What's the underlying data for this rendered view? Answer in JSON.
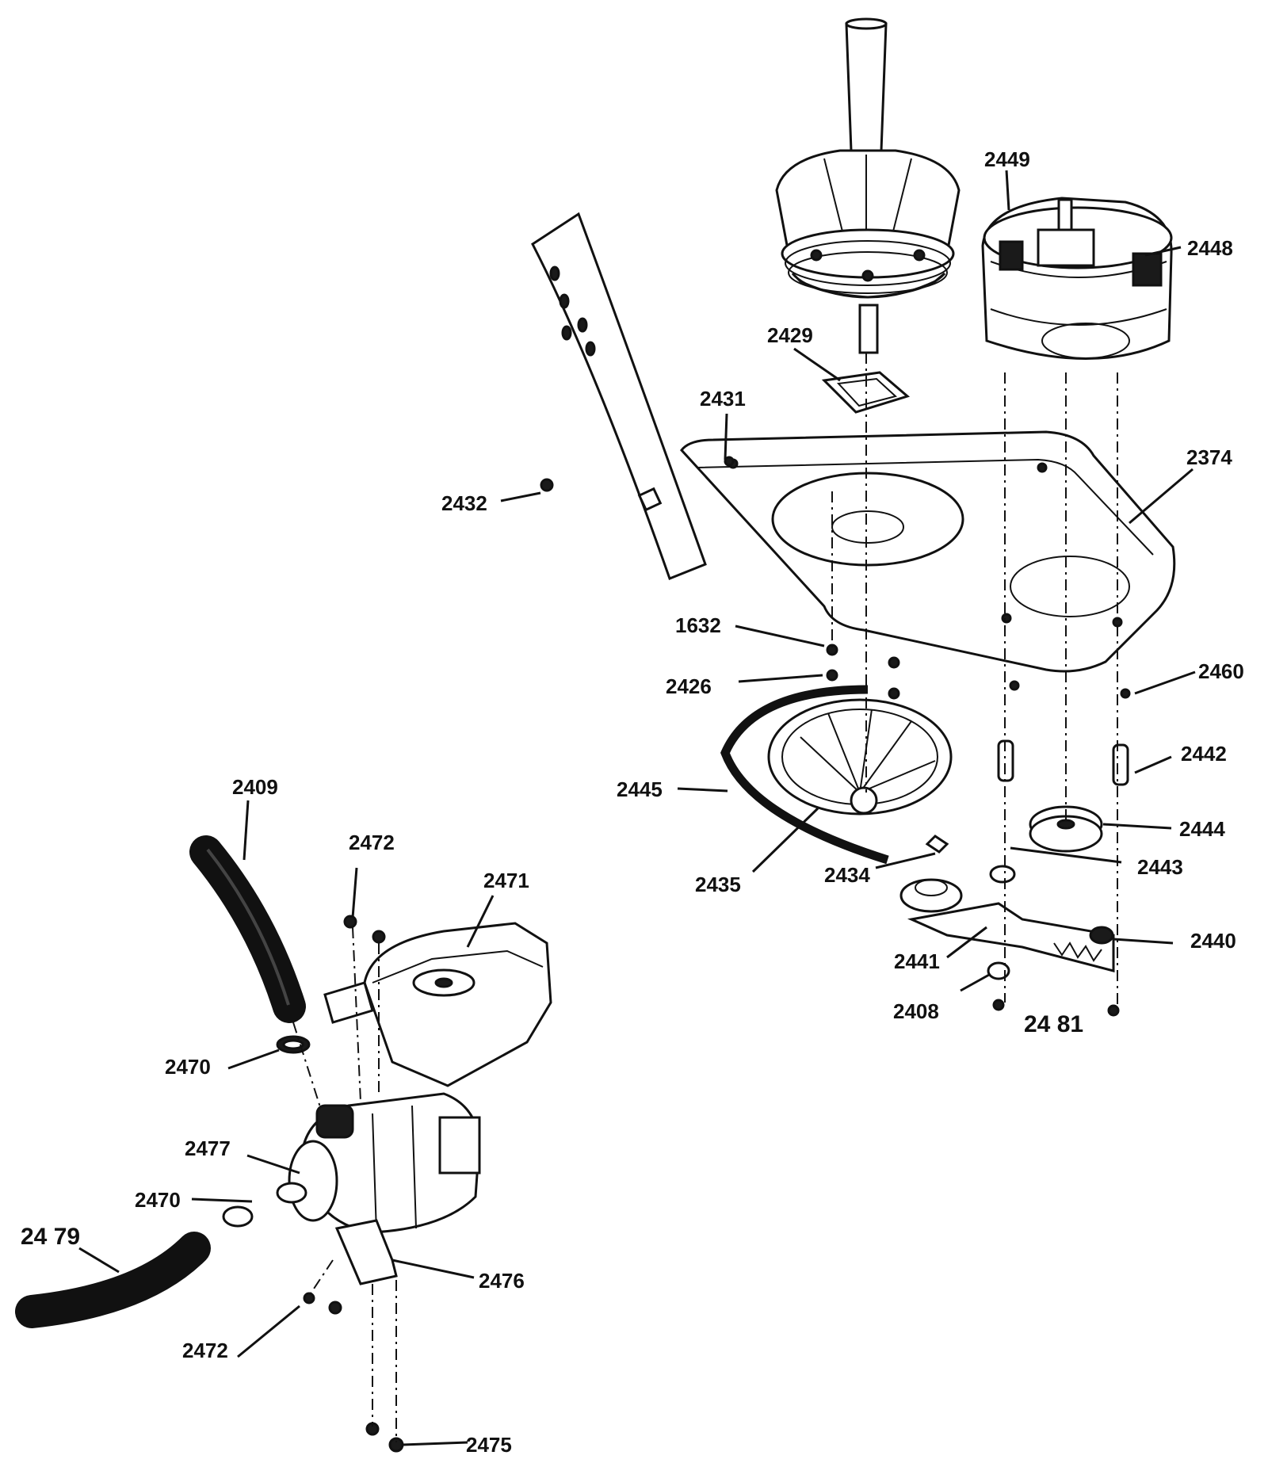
{
  "labels": {
    "l2449": "2449",
    "l2448": "2448",
    "l2429": "2429",
    "l2431": "2431",
    "l2374": "2374",
    "l2432": "2432",
    "l1632": "1632",
    "l2426": "2426",
    "l2460": "2460",
    "l2442": "2442",
    "l2445": "2445",
    "l2444": "2444",
    "l2443": "2443",
    "l2435": "2435",
    "l2434": "2434",
    "l2440": "2440",
    "l2441": "2441",
    "l2408": "2408",
    "l2481": "24 81",
    "l2409": "2409",
    "l2472a": "2472",
    "l2471": "2471",
    "l2470a": "2470",
    "l2477": "2477",
    "l2470b": "2470",
    "l2479": "24 79",
    "l2476": "2476",
    "l2472b": "2472",
    "l2475": "2475"
  },
  "colors": {
    "ink": "#111111",
    "paper": "#ffffff"
  }
}
